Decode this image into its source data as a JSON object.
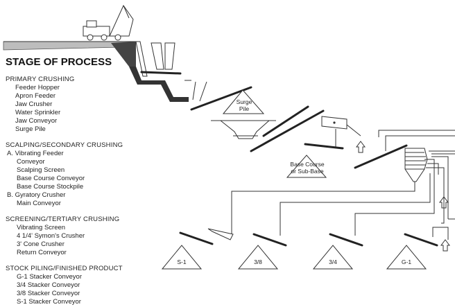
{
  "title": "STAGE OF PROCESS",
  "sections": [
    {
      "heading": "PRIMARY CRUSHING",
      "items": [
        "Feeder Hopper",
        "Apron Feeder",
        "Jaw Crusher",
        "Water Sprinkler",
        "Jaw Conveyor",
        "Surge Pile"
      ]
    },
    {
      "heading": "SCALPING/SECONDARY CRUSHING",
      "items": [
        "A. Vibrating Feeder",
        "Conveyor",
        "Scalping Screen",
        "Base Course Conveyor",
        "Base Course Stockpile",
        "B.  Gyratory Crusher",
        "Main Conveyor"
      ]
    },
    {
      "heading": "SCREENING/TERTIARY CRUSHING",
      "items": [
        "Vibrating Screen",
        "4 1/4' Symon's Crusher",
        "3' Cone Crusher",
        "Return Conveyor"
      ]
    },
    {
      "heading": "STOCK PILING/FINISHED PRODUCT",
      "items": [
        "G-1 Stacker Conveyor",
        "3/4 Stacker Conveyor",
        "3/8 Stacker Conveyor",
        "S-1 Stacker Conveyor"
      ]
    }
  ],
  "labels": {
    "surge_pile_1": "Surge",
    "surge_pile_2": "Pile",
    "base_course_1": "Base Course",
    "base_course_2": "or Sub-Base",
    "pile_s1": "S-1",
    "pile_38": "3/8",
    "pile_34": "3/4",
    "pile_g1": "G-1"
  },
  "icons": [
    "dump-truck-icon",
    "up-arrow-icon"
  ]
}
